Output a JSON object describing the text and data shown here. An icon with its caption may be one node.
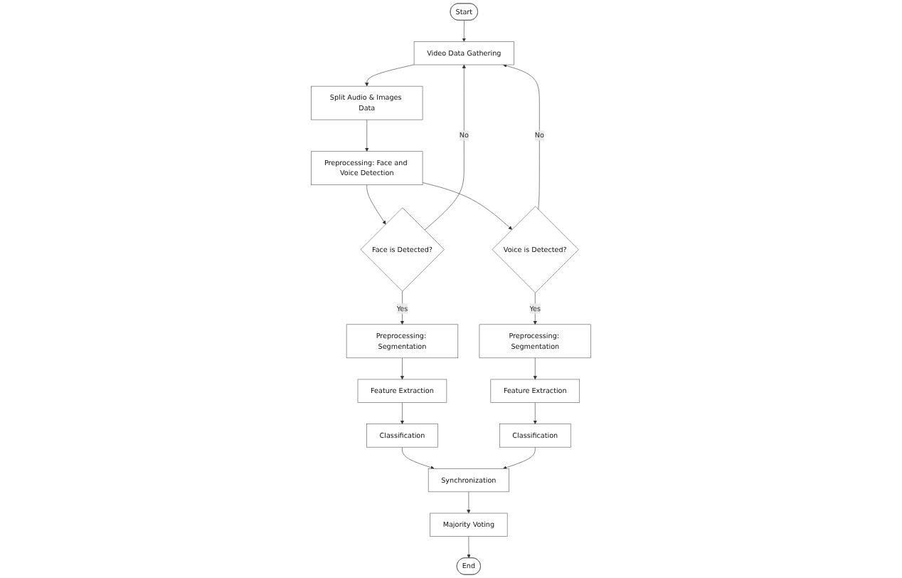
{
  "diagram": {
    "nodes": [
      {
        "text": [
          "Start"
        ]
      },
      {
        "text": [
          "Video Data Gathering"
        ]
      },
      {
        "text": [
          "Split Audio & Images Data"
        ]
      },
      {
        "text": [
          "Preprocessing: Face and Voice Detection"
        ]
      },
      {
        "text": [
          "Face is Detected?"
        ]
      },
      {
        "text": [
          "Voice is Detected?"
        ]
      },
      {
        "text": [
          "Preprocessing: Segmentation"
        ]
      },
      {
        "text": [
          "Feature Extraction"
        ]
      },
      {
        "text": [
          "Classification"
        ]
      },
      {
        "text": [
          "Synchronization"
        ]
      },
      {
        "text": [
          "Majority Voting"
        ]
      },
      {
        "text": [
          "End"
        ]
      },
      {
        "text": [
          "Classification"
        ]
      },
      {
        "text": [
          "Feature Extraction"
        ]
      },
      {
        "text": [
          "Preprocessing: Segmentation"
        ]
      }
    ],
    "edges": [
      {
        "from": 0,
        "to": 1,
        "arrow": "to"
      },
      {
        "from": 1,
        "to": 2,
        "arrow": "to"
      },
      {
        "from": 2,
        "to": 3,
        "arrow": "to"
      },
      {
        "from": 3,
        "to": 4,
        "arrow": "to"
      },
      {
        "from": 3,
        "to": 5,
        "arrow": "to"
      },
      {
        "from": 4,
        "to": 1,
        "arrow": "to",
        "label": "No"
      },
      {
        "from": 4,
        "to": 6,
        "arrow": "to",
        "label": "Yes"
      },
      {
        "from": 5,
        "to": 1,
        "arrow": "to",
        "label": "No"
      },
      {
        "from": 5,
        "to": 14,
        "arrow": "to",
        "label": "Yes"
      },
      {
        "from": 6,
        "to": 7,
        "arrow": "to"
      },
      {
        "from": 7,
        "to": 8,
        "arrow": "to"
      },
      {
        "from": 8,
        "to": 9,
        "arrow": "to"
      },
      {
        "from": 14,
        "to": 13,
        "arrow": "to"
      },
      {
        "from": 13,
        "to": 12,
        "arrow": "to"
      },
      {
        "from": 12,
        "to": 9,
        "arrow": "to"
      },
      {
        "from": 9,
        "to": 10,
        "arrow": "to"
      },
      {
        "from": 10,
        "to": 11,
        "arrow": "to"
      }
    ]
  }
}
